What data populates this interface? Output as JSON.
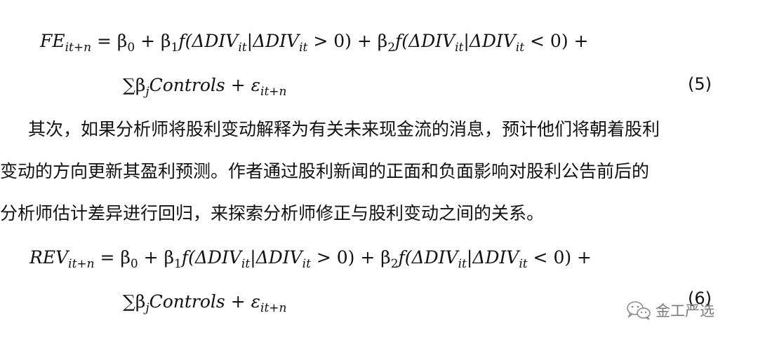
{
  "equations": {
    "eq5": {
      "lhs": "FE",
      "lhs_sub": "it+n",
      "line1_a": " = β",
      "b0_sub": "0",
      "line1_b": " + β",
      "b1_sub": "1",
      "term1_pre": "f(ΔDIV",
      "t1_sub1": "it",
      "term1_mid": "|ΔDIV",
      "t1_sub2": "it",
      "term1_post": " > 0) + β",
      "b2_sub": "2",
      "term2_pre": "f(ΔDIV",
      "t2_sub1": "it",
      "term2_mid": "|ΔDIV",
      "t2_sub2": "it",
      "term2_post": " < 0) +",
      "line2_pre": "∑β",
      "bj_sub": "j",
      "line2_post": "Controls + ε",
      "eps_sub": "it+n",
      "number": "(5)"
    },
    "eq6": {
      "lhs": "REV",
      "lhs_sub": "it+n",
      "line1_a": " = β",
      "b0_sub": "0",
      "line1_b": " + β",
      "b1_sub": "1",
      "term1_pre": "f(ΔDIV",
      "t1_sub1": "it",
      "term1_mid": "|ΔDIV",
      "t1_sub2": "it",
      "term1_post": " > 0) +  β",
      "b2_sub": "2",
      "term2_pre": "f(ΔDIV",
      "t2_sub1": "it",
      "term2_mid": "|ΔDIV",
      "t2_sub2": "it",
      "term2_post": " < 0) +",
      "line2_pre": "∑β",
      "bj_sub": "j",
      "line2_post": "Controls + ε",
      "eps_sub": "it+n",
      "number": "(6)"
    }
  },
  "paragraph": {
    "line1": "其次，如果分析师将股利变动解释为有关未来现金流的消息，预计他们将朝着股利",
    "line2": "变动的方向更新其盈利预测。作者通过股利新闻的正面和负面影响对股利公告前后的",
    "line3": "分析师估计差异进行回归，来探索分析师修正与股利变动之间的关系。"
  },
  "watermark": {
    "text": "金工严选",
    "icon": "wechat-icon"
  }
}
